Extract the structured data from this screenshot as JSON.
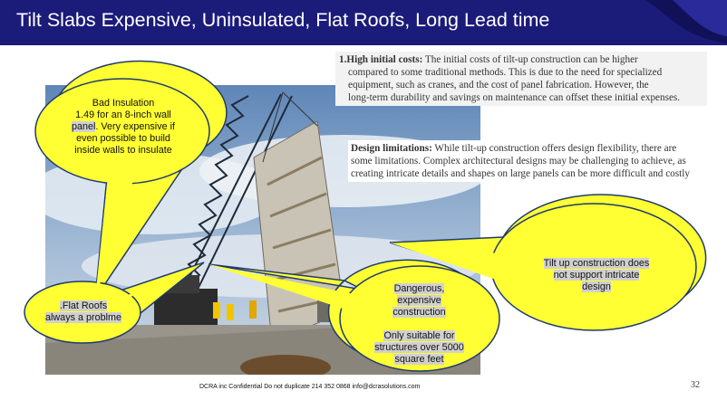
{
  "slide": {
    "title": "Tilt Slabs Expensive, Uninsulated, Flat Roofs, Long Lead time",
    "page_number": "32",
    "footer": "DCRA inc Confidential Do not duplicate 214 352 0868 info@dcrasolutions.com"
  },
  "textboxes": {
    "high_costs": {
      "number": "1.",
      "heading": "High initial costs:",
      "line1": " The initial costs of tilt-up construction can be higher",
      "lines": [
        "compared to some traditional methods. This is due to the need for specialized",
        "equipment, such as cranes, and the cost of panel fabrication. However, the",
        "long-term durability and savings on maintenance can offset these initial expenses."
      ]
    },
    "design_limits": {
      "heading": "Design limitations:",
      "line1": " While tilt-up construction offers design flexibility, there are",
      "lines": [
        "some limitations. Complex architectural designs may be challenging to achieve, as",
        "creating intricate details and shapes on large panels can be more difficult and costly"
      ]
    }
  },
  "callouts": {
    "insulation": {
      "l1": "Bad Insulation",
      "l2": "1.49 for an 8-inch wall",
      "l3a": "panel",
      "l3b": ".  Very expensive if",
      "l4": "even possible to build",
      "l5": "inside walls to insulate"
    },
    "roofs": {
      "l1": ".Flat Roofs",
      "l2": "always a problme"
    },
    "dangerous": {
      "l1": "Dangerous,",
      "l2": "expensive",
      "l3": "construction",
      "l4": "Only suitable for",
      "l5": "structures over 5000",
      "l6": "square feet"
    },
    "intricate": {
      "l1": "Tilt up construction does",
      "l2": "not support intricate",
      "l3": "design"
    }
  },
  "colors": {
    "header": "#1b1b7a",
    "callout_fill": "#ffff33",
    "callout_border": "#1f3a6e"
  }
}
